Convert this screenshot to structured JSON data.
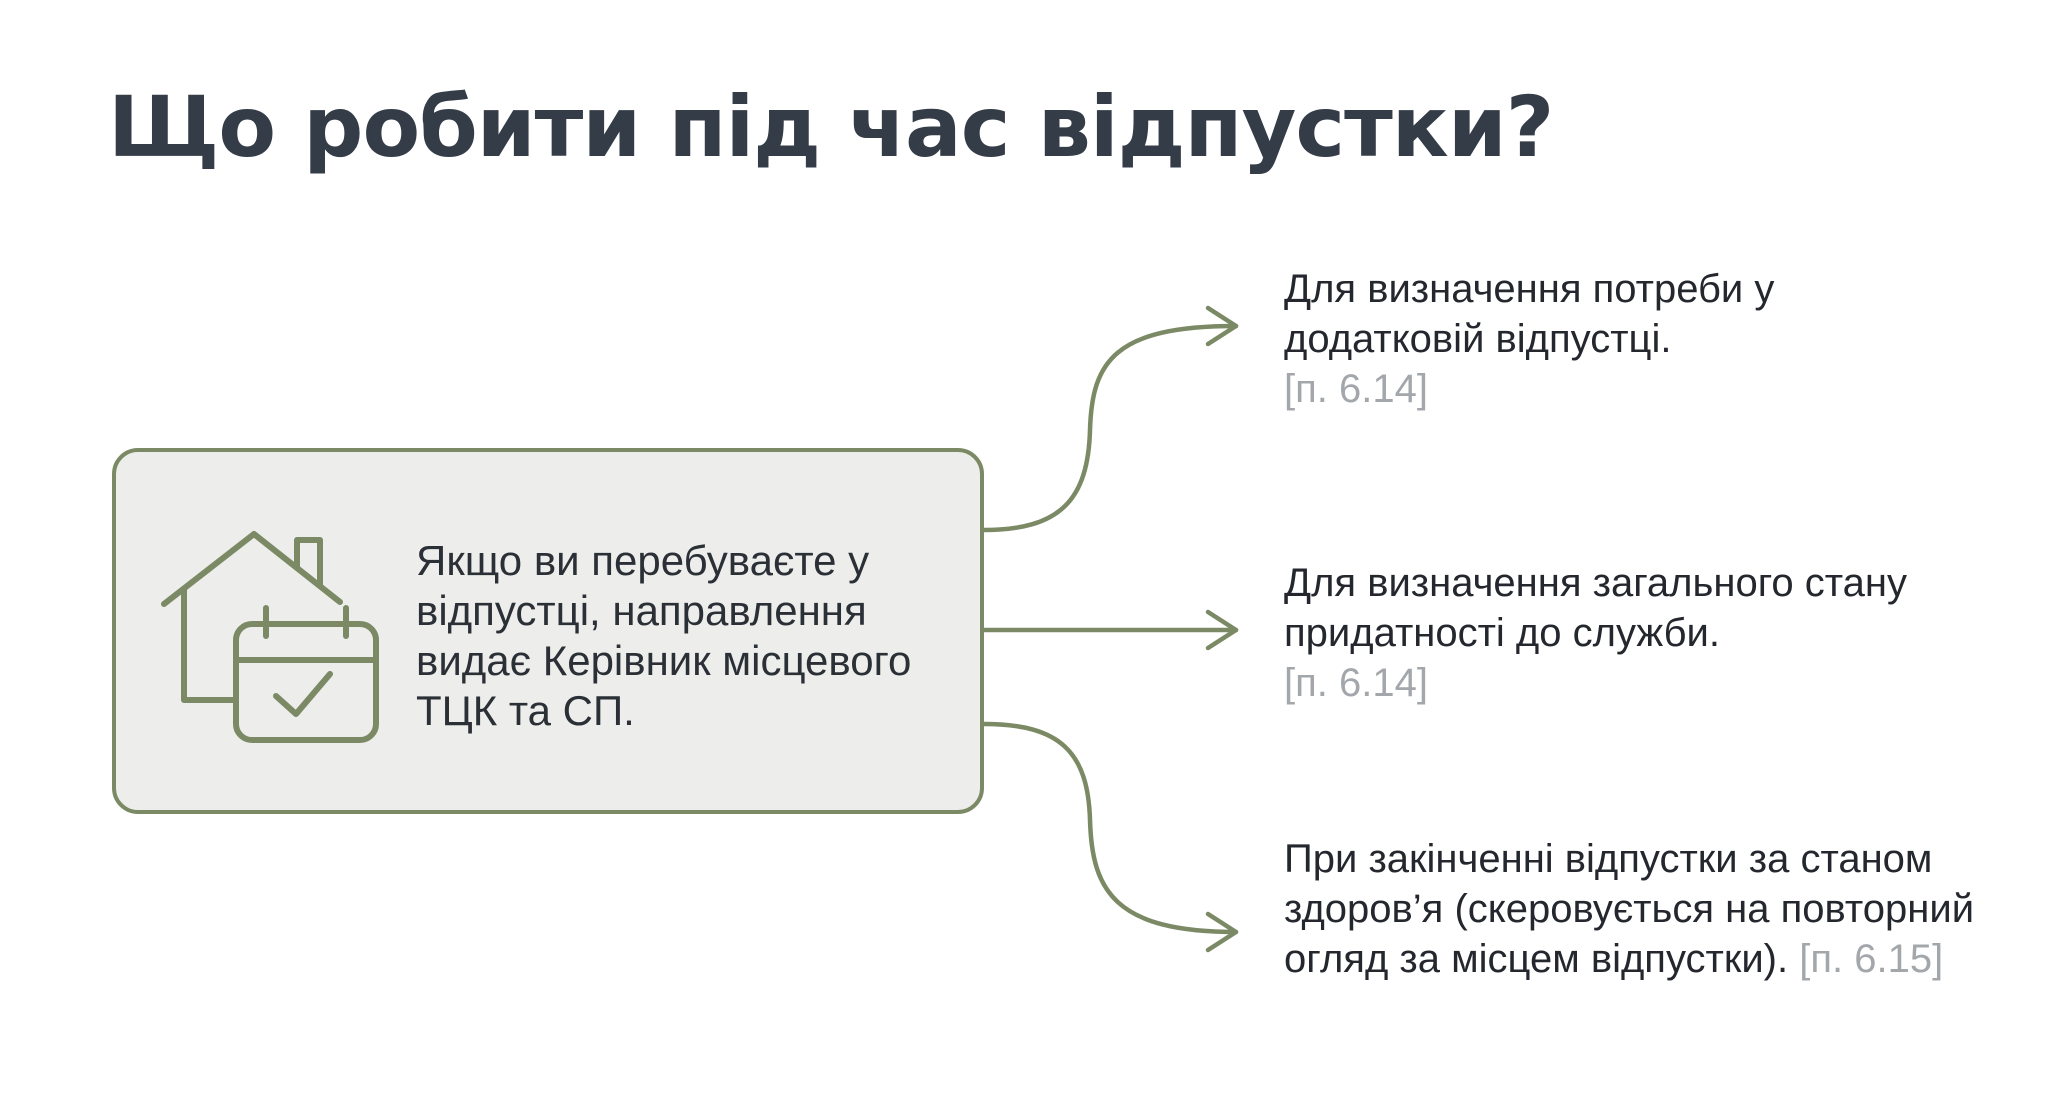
{
  "title": "Що робити під час відпустки?",
  "source": {
    "text": "Якщо ви перебуваєте у відпустці, направлення видає Керівник місцевого ТЦК та СП.",
    "icon": "house-calendar-check-icon"
  },
  "items": [
    {
      "text": "Для визначення потреби у додатковій відпустці.",
      "ref": "[п. 6.14]"
    },
    {
      "text": "Для визначення загального стану придатності до служби.",
      "ref": "[п. 6.14]"
    },
    {
      "text": "При закінченні відпустки за станом здоров’я (скеровується на повторний огляд за місцем відпустки).",
      "ref": "[п. 6.15]"
    }
  ],
  "colors": {
    "accent": "#7b8a65",
    "title": "#343c48",
    "box_background": "#edeeec",
    "reference": "#a3a7ab"
  }
}
